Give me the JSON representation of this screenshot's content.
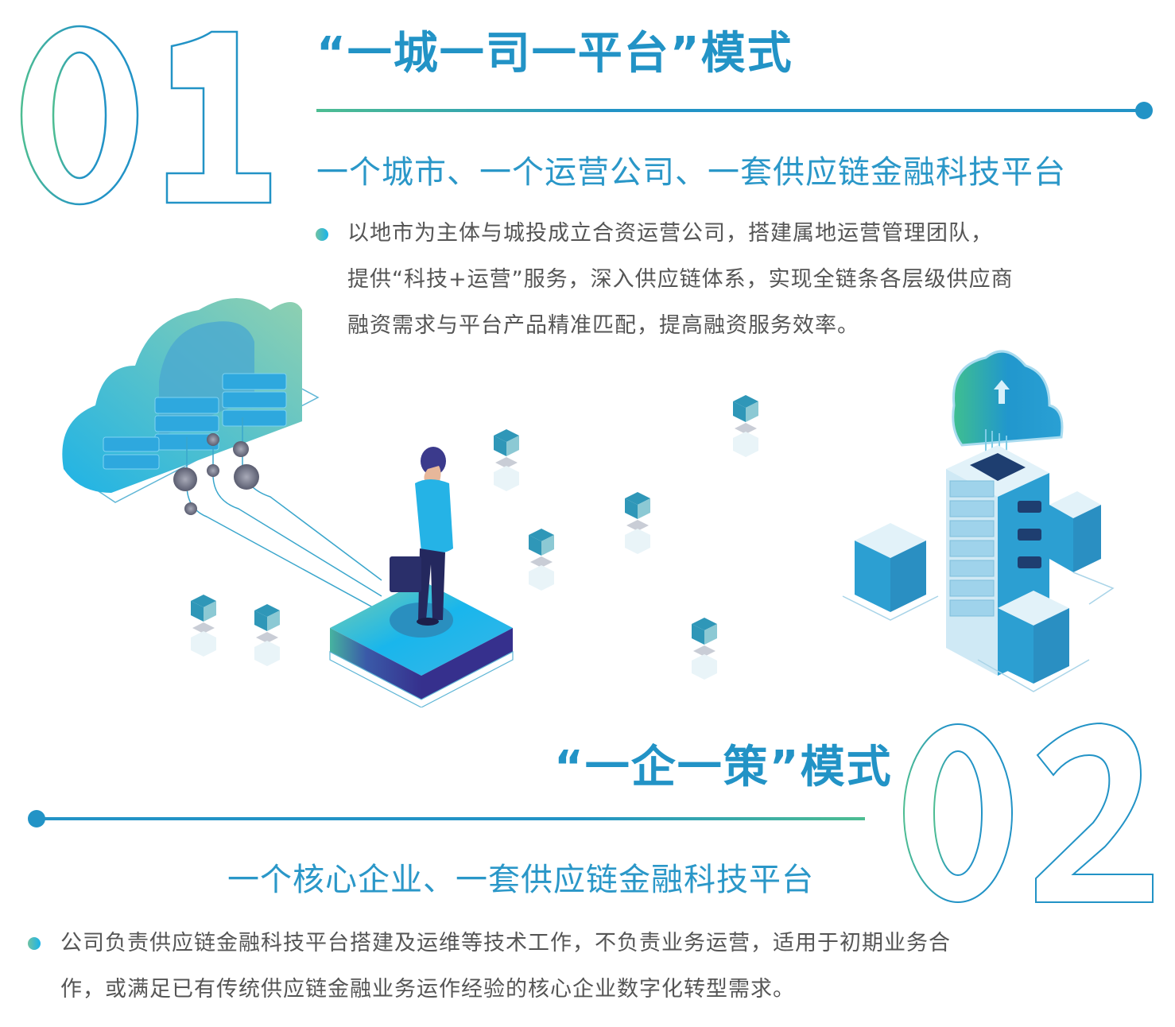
{
  "section1": {
    "number": "01",
    "title": "“一城一司一平台”模式",
    "subtitle": "一个城市、一个运营公司、一套供应链金融科技平台",
    "body_lines": [
      "以地市为主体与城投成立合资运营公司，搭建属地运营管理团队，",
      "提供“科技+运营”服务，深入供应链体系，实现全链条各层级供应商",
      "融资需求与平台产品精准匹配，提高融资服务效率。"
    ]
  },
  "section2": {
    "number": "02",
    "title": "“一企一策”模式",
    "subtitle": "一个核心企业、一套供应链金融科技平台",
    "body_lines": [
      "公司负责供应链金融科技平台搭建及运维等技术工作，不负责业务运营，适用于初期业务合",
      "作，或满足已有传统供应链金融业务运作经验的核心企业数字化转型需求。"
    ]
  },
  "illustration": {
    "left": "cloud-server-with-businessman-on-platform",
    "right": "cloud-upload-server-rack-cluster"
  },
  "colors": {
    "primary_blue": "#2293c6",
    "accent_green": "#4dbd92",
    "text_gray": "#555555"
  }
}
